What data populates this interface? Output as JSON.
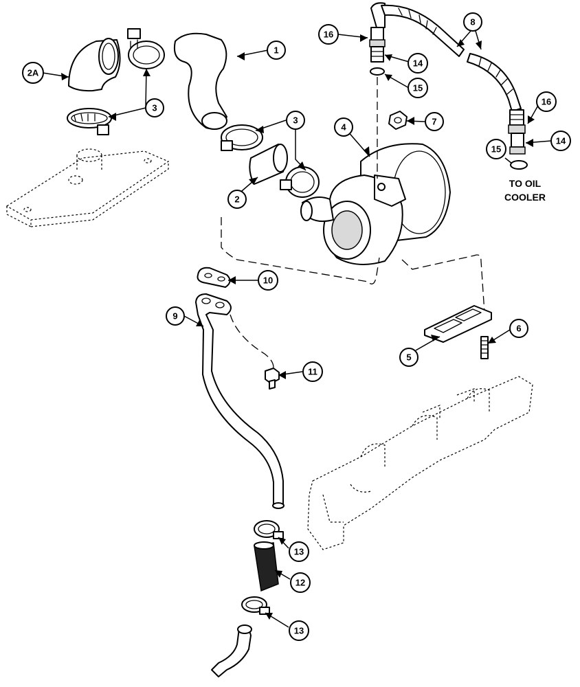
{
  "callouts": [
    {
      "id": "c1",
      "label": "1"
    },
    {
      "id": "c2",
      "label": "2"
    },
    {
      "id": "c2a",
      "label": "2A"
    },
    {
      "id": "c3a",
      "label": "3"
    },
    {
      "id": "c3b",
      "label": "3"
    },
    {
      "id": "c4",
      "label": "4"
    },
    {
      "id": "c5",
      "label": "5"
    },
    {
      "id": "c6",
      "label": "6"
    },
    {
      "id": "c7",
      "label": "7"
    },
    {
      "id": "c8",
      "label": "8"
    },
    {
      "id": "c9",
      "label": "9"
    },
    {
      "id": "c10",
      "label": "10"
    },
    {
      "id": "c11",
      "label": "11"
    },
    {
      "id": "c12",
      "label": "12"
    },
    {
      "id": "c13a",
      "label": "13"
    },
    {
      "id": "c13b",
      "label": "13"
    },
    {
      "id": "c14a",
      "label": "14"
    },
    {
      "id": "c14b",
      "label": "14"
    },
    {
      "id": "c15a",
      "label": "15"
    },
    {
      "id": "c15b",
      "label": "15"
    },
    {
      "id": "c16a",
      "label": "16"
    },
    {
      "id": "c16b",
      "label": "16"
    }
  ],
  "notes": {
    "line1": "TO OIL",
    "line2": "COOLER"
  }
}
